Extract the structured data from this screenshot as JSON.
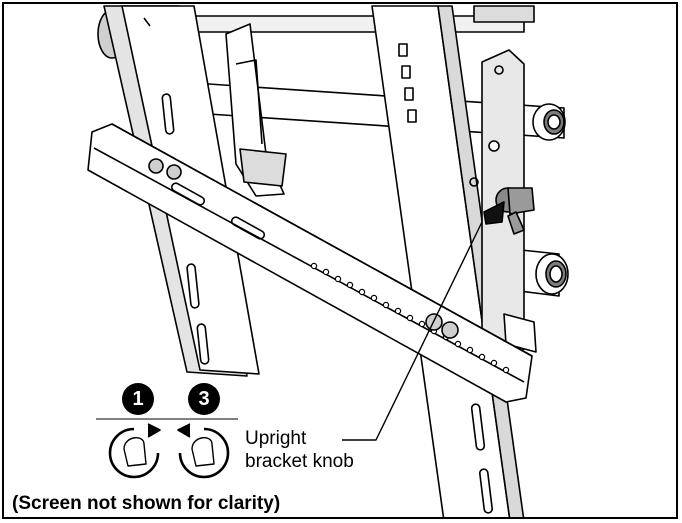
{
  "steps": [
    "1",
    "3"
  ],
  "callout": {
    "line1": "Upright",
    "line2": "bracket knob"
  },
  "caption": "(Screen not shown for clarity)",
  "icons": [
    "rotate-counterclockwise-hand-icon",
    "rotate-clockwise-hand-icon"
  ],
  "colors": {
    "ink": "#000000",
    "background": "#ffffff"
  }
}
